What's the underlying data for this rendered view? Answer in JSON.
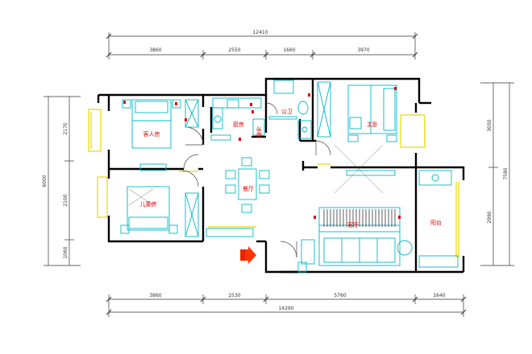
{
  "drawing": {
    "top_total": "12410",
    "top_segments": [
      "3860",
      "2550",
      "1660",
      "3970"
    ],
    "bottom_total": "14290",
    "bottom_segments": [
      "3860",
      "2530",
      "5760",
      "1640"
    ],
    "left_total": "6000",
    "left_segments": [
      "2170",
      "2100",
      "1060"
    ],
    "right_total": "7580",
    "right_segments": [
      "3050",
      "2990"
    ]
  },
  "rooms": {
    "guest_bedroom": "客人房",
    "kids_room": "儿童房",
    "kitchen": "厨房",
    "fridge": "冰箱",
    "bathroom": "公卫",
    "master_bedroom": "主卧",
    "dining": "餐厅",
    "living": "客厅",
    "balcony": "阳台"
  },
  "colors": {
    "wall": "#000000",
    "furniture": "#00b8c8",
    "text": "#e00000",
    "window": "#e8d700",
    "dimension": "#333333",
    "entrance_arrow": "#ff3300"
  },
  "icons": {
    "entrance": "entrance-arrow-icon"
  }
}
